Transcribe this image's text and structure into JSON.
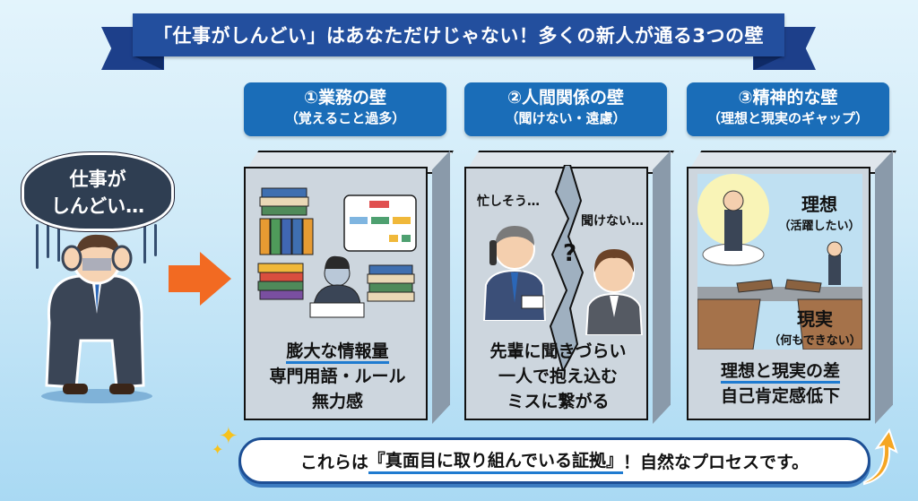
{
  "title": "「仕事がしんどい」はあなただけじゃない！多くの新人が通る3つの壁",
  "left_figure": {
    "thought_line1": "仕事が",
    "thought_line2": "しんどい…"
  },
  "walls": [
    {
      "heading": "①業務の壁",
      "subheading": "（覚えること過多）",
      "illustration": "stacked-books-binders-flowchart-stressed-worker",
      "captions": [
        "膨大な情報量",
        "専門用語・ルール",
        "無力感"
      ],
      "underlined_caption_index": 0
    },
    {
      "heading": "②人間関係の壁",
      "subheading": "（聞けない・遠慮）",
      "illustration": "busy-senior-on-phone-vs-hesitant-junior-cracked-wall",
      "speech_left": "忙しそう…",
      "speech_right": "聞けない…",
      "question_mark": "?",
      "captions": [
        "先輩に聞きづらい",
        "一人で抱え込む",
        "ミスに繋がる"
      ]
    },
    {
      "heading": "③精神的な壁",
      "subheading": "（理想と現実のギャップ）",
      "illustration": "ideal-on-cloud-vs-reality-broken-bridge",
      "ideal_label": "理想",
      "ideal_sub": "（活躍したい）",
      "reality_label": "現実",
      "reality_sub": "（何もできない）",
      "captions": [
        "理想と現実の差",
        "自己肯定感低下"
      ],
      "underlined_caption_index": 0
    }
  ],
  "bottom_banner": {
    "prefix": "これらは",
    "highlight": "『真面目に取り組んでいる証拠』",
    "suffix": "！自然なプロセスです。"
  },
  "colors": {
    "ribbon": "#234f9e",
    "header": "#1a6db8",
    "arrow": "#f26a22",
    "underline": "#1f7bd0"
  }
}
